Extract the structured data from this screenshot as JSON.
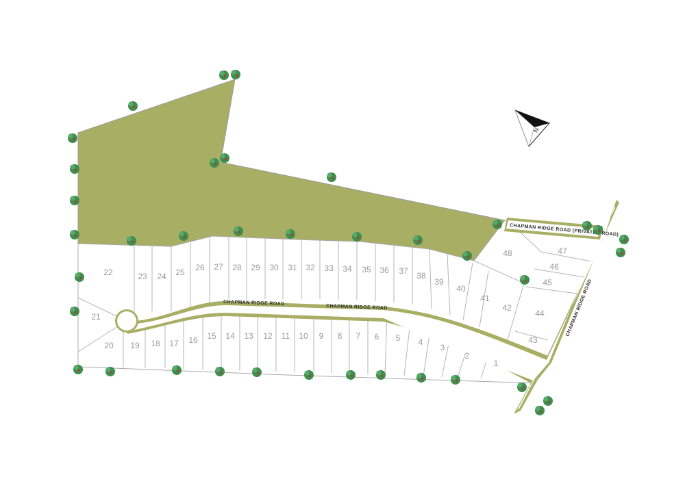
{
  "colors": {
    "background": "#ffffff",
    "common_area": "#a9ae65",
    "lot_fill": "#ffffff",
    "lot_line": "#a8a8a8",
    "road_edge": "#a9ae65",
    "lot_number": "#9a9a9a",
    "road_label": "#2a2a2a",
    "tree": "#3e8e4e",
    "tree_accent": "#b33a3a"
  },
  "compass": {
    "label": "N",
    "icon": "north-arrow-icon"
  },
  "roads": {
    "main_left": "CHAPMAN RIDGE ROAD",
    "main_right": "CHAPMAN RIDGE ROAD",
    "private": "CHAPMAN RIDGE ROAD (PRIVATED ROAD)",
    "vertical": "CHAPMAN RIDGE ROAD"
  },
  "lots": [
    "1",
    "2",
    "3",
    "4",
    "5",
    "6",
    "7",
    "8",
    "9",
    "10",
    "11",
    "12",
    "13",
    "14",
    "15",
    "16",
    "17",
    "18",
    "19",
    "20",
    "21",
    "22",
    "23",
    "24",
    "25",
    "26",
    "27",
    "28",
    "29",
    "30",
    "31",
    "32",
    "33",
    "34",
    "35",
    "36",
    "37",
    "38",
    "39",
    "40",
    "41",
    "42",
    "43",
    "44",
    "45",
    "46",
    "47",
    "48"
  ],
  "tree_icon": "tree-icon"
}
